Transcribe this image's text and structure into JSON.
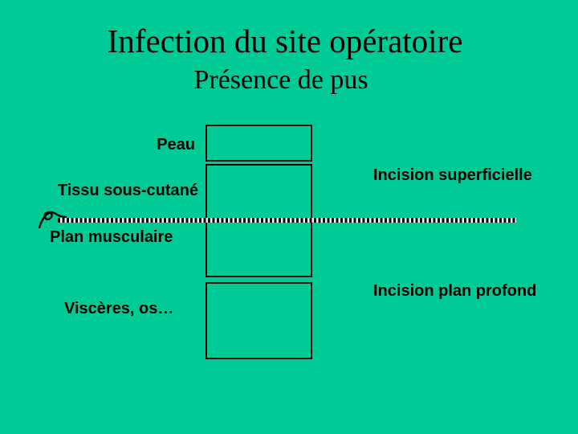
{
  "slide": {
    "title": "Infection du site opératoire",
    "subtitle": "Présence de pus",
    "background_color": "#00cb97",
    "text_color": "#000000"
  },
  "diagram": {
    "layer_labels": [
      {
        "text": "Peau"
      },
      {
        "text": "Tissu sous-cutané"
      },
      {
        "text": "Plan musculaire"
      },
      {
        "text": "Viscères, os…"
      }
    ],
    "incision_labels": [
      {
        "text": "Incision superficielle"
      },
      {
        "text": "Incision plan profond"
      }
    ],
    "icons": [
      {
        "name": "script-squiggle-icon",
        "description": "cursive flourish bullet at left end of dashed line"
      }
    ],
    "shapes": {
      "box_count": 3,
      "box_border_color": "#000000",
      "dashed_line_colors": [
        "#000000",
        "#ffffff"
      ]
    }
  }
}
